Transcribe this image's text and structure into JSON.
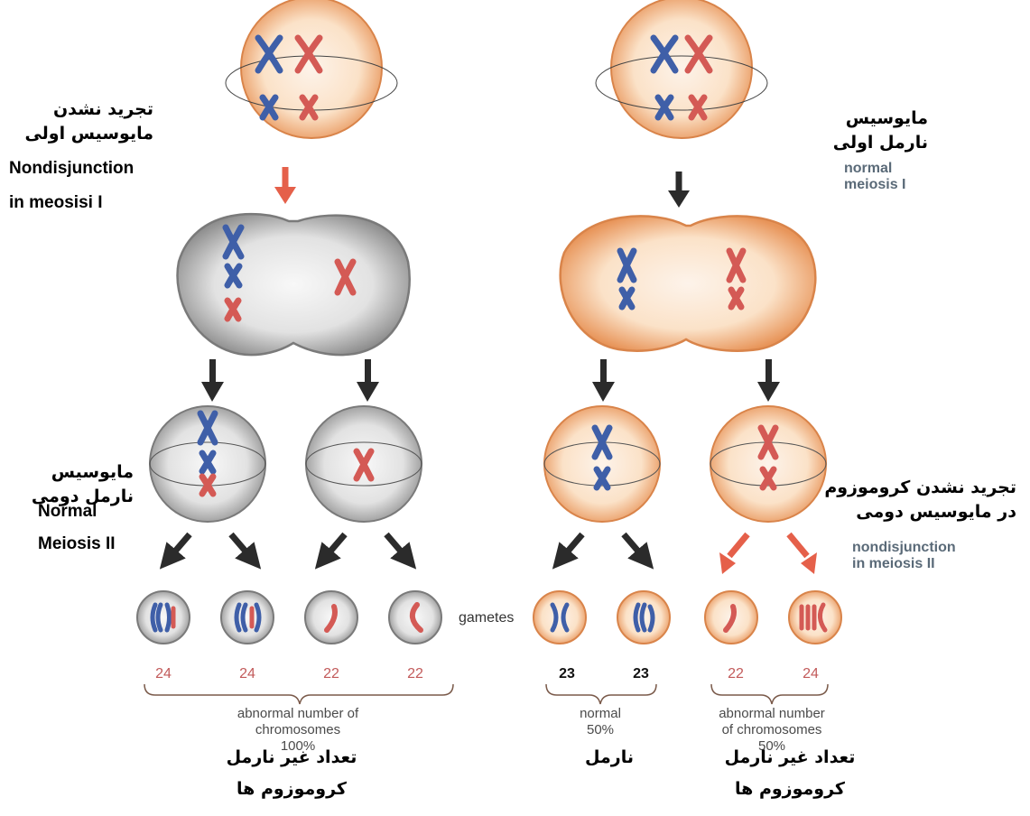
{
  "labels": {
    "left_meiosis1_fa_line1": "تجرید نشدن",
    "left_meiosis1_fa_line2": "مایوسیس اولی",
    "left_meiosis1_en_line1": "Nondisjunction",
    "left_meiosis1_en_line2": "in meosisi I",
    "right_meiosis1_fa_line1": "مایوسیس",
    "right_meiosis1_fa_line2": "نارمل اولی",
    "right_meiosis1_en_line1": "normal",
    "right_meiosis1_en_line2": "meiosis I",
    "left_meiosis2_fa_line1": "مایوسیس",
    "left_meiosis2_fa_line2": "نارمل دومی",
    "left_meiosis2_en_line1": "Normal",
    "left_meiosis2_en_line2": "Meiosis II",
    "right_meiosis2_fa_line1": "تجرید نشدن کروموزوم",
    "right_meiosis2_fa_line2": "در مایوسیس دومی",
    "right_meiosis2_en_line1": "nondisjunction",
    "right_meiosis2_en_line2": "in meiosis II",
    "gametes": "gametes"
  },
  "gamete_counts": [
    "24",
    "24",
    "22",
    "22",
    "23",
    "23",
    "22",
    "24"
  ],
  "captions": {
    "left_line1": "abnormal number of",
    "left_line2": "chromosomes",
    "left_line3": "100%",
    "middle_line1": "normal",
    "middle_line2": "50%",
    "right_line1": "abnormal number",
    "right_line2": "of chromosomes",
    "right_line3": "50%"
  },
  "footer": {
    "left_fa_line1": "تعداد غیر نارمل",
    "left_fa_line2": "کروموزوم ها",
    "middle_fa": "نارمل",
    "right_fa_line1": "تعداد غیر نارمل",
    "right_fa_line2": "کروموزوم ها"
  },
  "colors": {
    "blue_chromosome": "#3f5fa8",
    "red_chromosome": "#d45a55",
    "orange_cell_edge": "#e8955a",
    "orange_cell_center": "#fdf1e6",
    "gray_cell_edge": "#9a9a9a",
    "gray_cell_center": "#f7f7f7",
    "arrow_dark": "#2b2b2b",
    "arrow_red": "#e5604a",
    "number_red": "#c25a5a"
  }
}
